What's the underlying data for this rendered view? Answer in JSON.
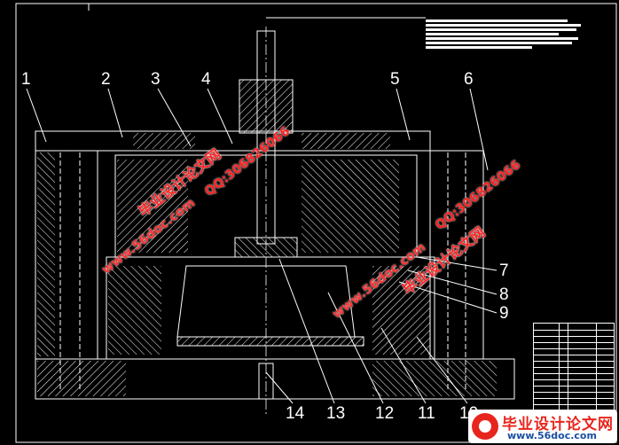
{
  "drawing": {
    "part_labels": [
      "1",
      "2",
      "3",
      "4",
      "5",
      "6",
      "7",
      "8",
      "9",
      "10",
      "11",
      "12",
      "13",
      "14"
    ]
  },
  "watermarks": {
    "cn_name": "毕业设计论文网",
    "qq": "QQ:306826066",
    "url": "www.56doc.com"
  },
  "brand": {
    "name": "毕业设计论文网",
    "url": "www.56doc.com"
  },
  "colors": {
    "background": "#000000",
    "lines": "#ffffff",
    "watermark": "#ff2222",
    "brand_red": "#e8251c",
    "brand_blue": "#1a4fa0"
  }
}
